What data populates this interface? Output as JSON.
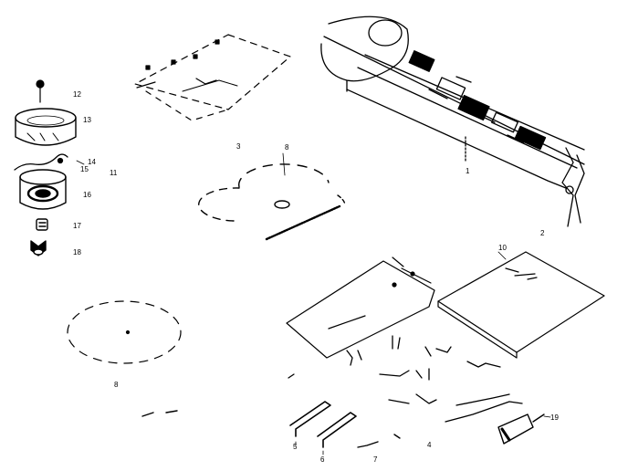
{
  "diagram": {
    "callouts": [
      {
        "id": "c1",
        "text": "1",
        "part": "fence-rail-assembly"
      },
      {
        "id": "c2",
        "text": "2",
        "part": "fence-rail-assembly"
      },
      {
        "id": "c3",
        "text": "3",
        "part": "fence-plate"
      },
      {
        "id": "c4",
        "text": "4",
        "part": "hardware-pins"
      },
      {
        "id": "c5",
        "text": "5",
        "part": "hex-key-small"
      },
      {
        "id": "c6",
        "text": "6",
        "part": "hex-key-large"
      },
      {
        "id": "c7",
        "text": "7",
        "part": "hex-key-rod"
      },
      {
        "id": "c8a",
        "text": "8",
        "part": "saw-blade"
      },
      {
        "id": "c8b",
        "text": "8",
        "part": "cutting-disc"
      },
      {
        "id": "c10",
        "text": "10",
        "part": "manual"
      },
      {
        "id": "c11",
        "text": "11",
        "part": "wheel-assembly"
      },
      {
        "id": "c12",
        "text": "12",
        "part": "knob"
      },
      {
        "id": "c13",
        "text": "13",
        "part": "blade-guard-cup"
      },
      {
        "id": "c14",
        "text": "14",
        "part": "spring"
      },
      {
        "id": "c15",
        "text": "15",
        "part": "spring-clip"
      },
      {
        "id": "c16",
        "text": "16",
        "part": "wheel"
      },
      {
        "id": "c17",
        "text": "17",
        "part": "spacer"
      },
      {
        "id": "c18",
        "text": "18",
        "part": "wing-nut"
      },
      {
        "id": "c19",
        "text": "19",
        "part": "lubricant-tube"
      }
    ]
  }
}
